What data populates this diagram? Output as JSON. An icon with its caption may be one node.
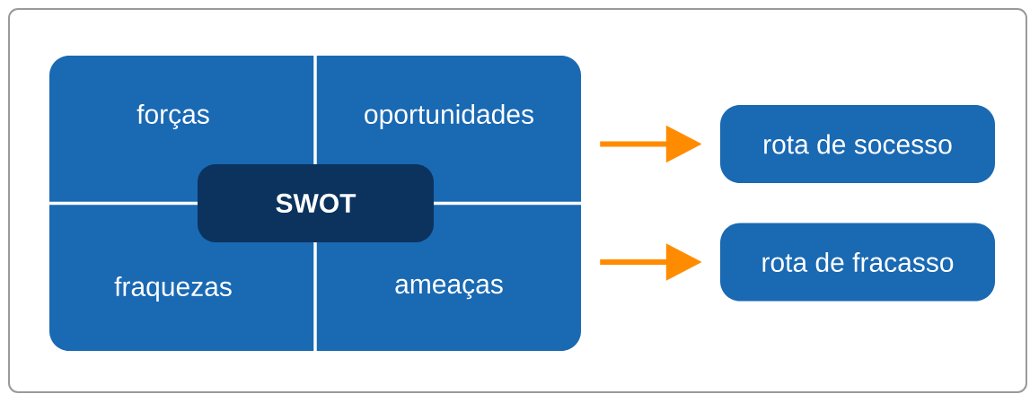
{
  "diagram": {
    "nodes": [
      {
        "text": [],
        "shape": "box"
      },
      {
        "text": [
          "forças"
        ],
        "in": 0
      },
      {
        "text": [
          "oportunidades"
        ],
        "in": 0
      },
      {
        "text": [
          "fraquezas"
        ],
        "in": 0
      },
      {
        "text": [
          "ameaças"
        ],
        "in": 0
      },
      {
        "text": [
          "SWOT"
        ],
        "in": 0
      },
      {
        "text": [
          "rota de socesso"
        ]
      },
      {
        "text": [
          "rota de fracasso"
        ]
      }
    ],
    "edges": [
      {
        "from": 0,
        "to": 6,
        "arrow": "to"
      },
      {
        "from": 0,
        "to": 7,
        "arrow": "to"
      }
    ]
  }
}
